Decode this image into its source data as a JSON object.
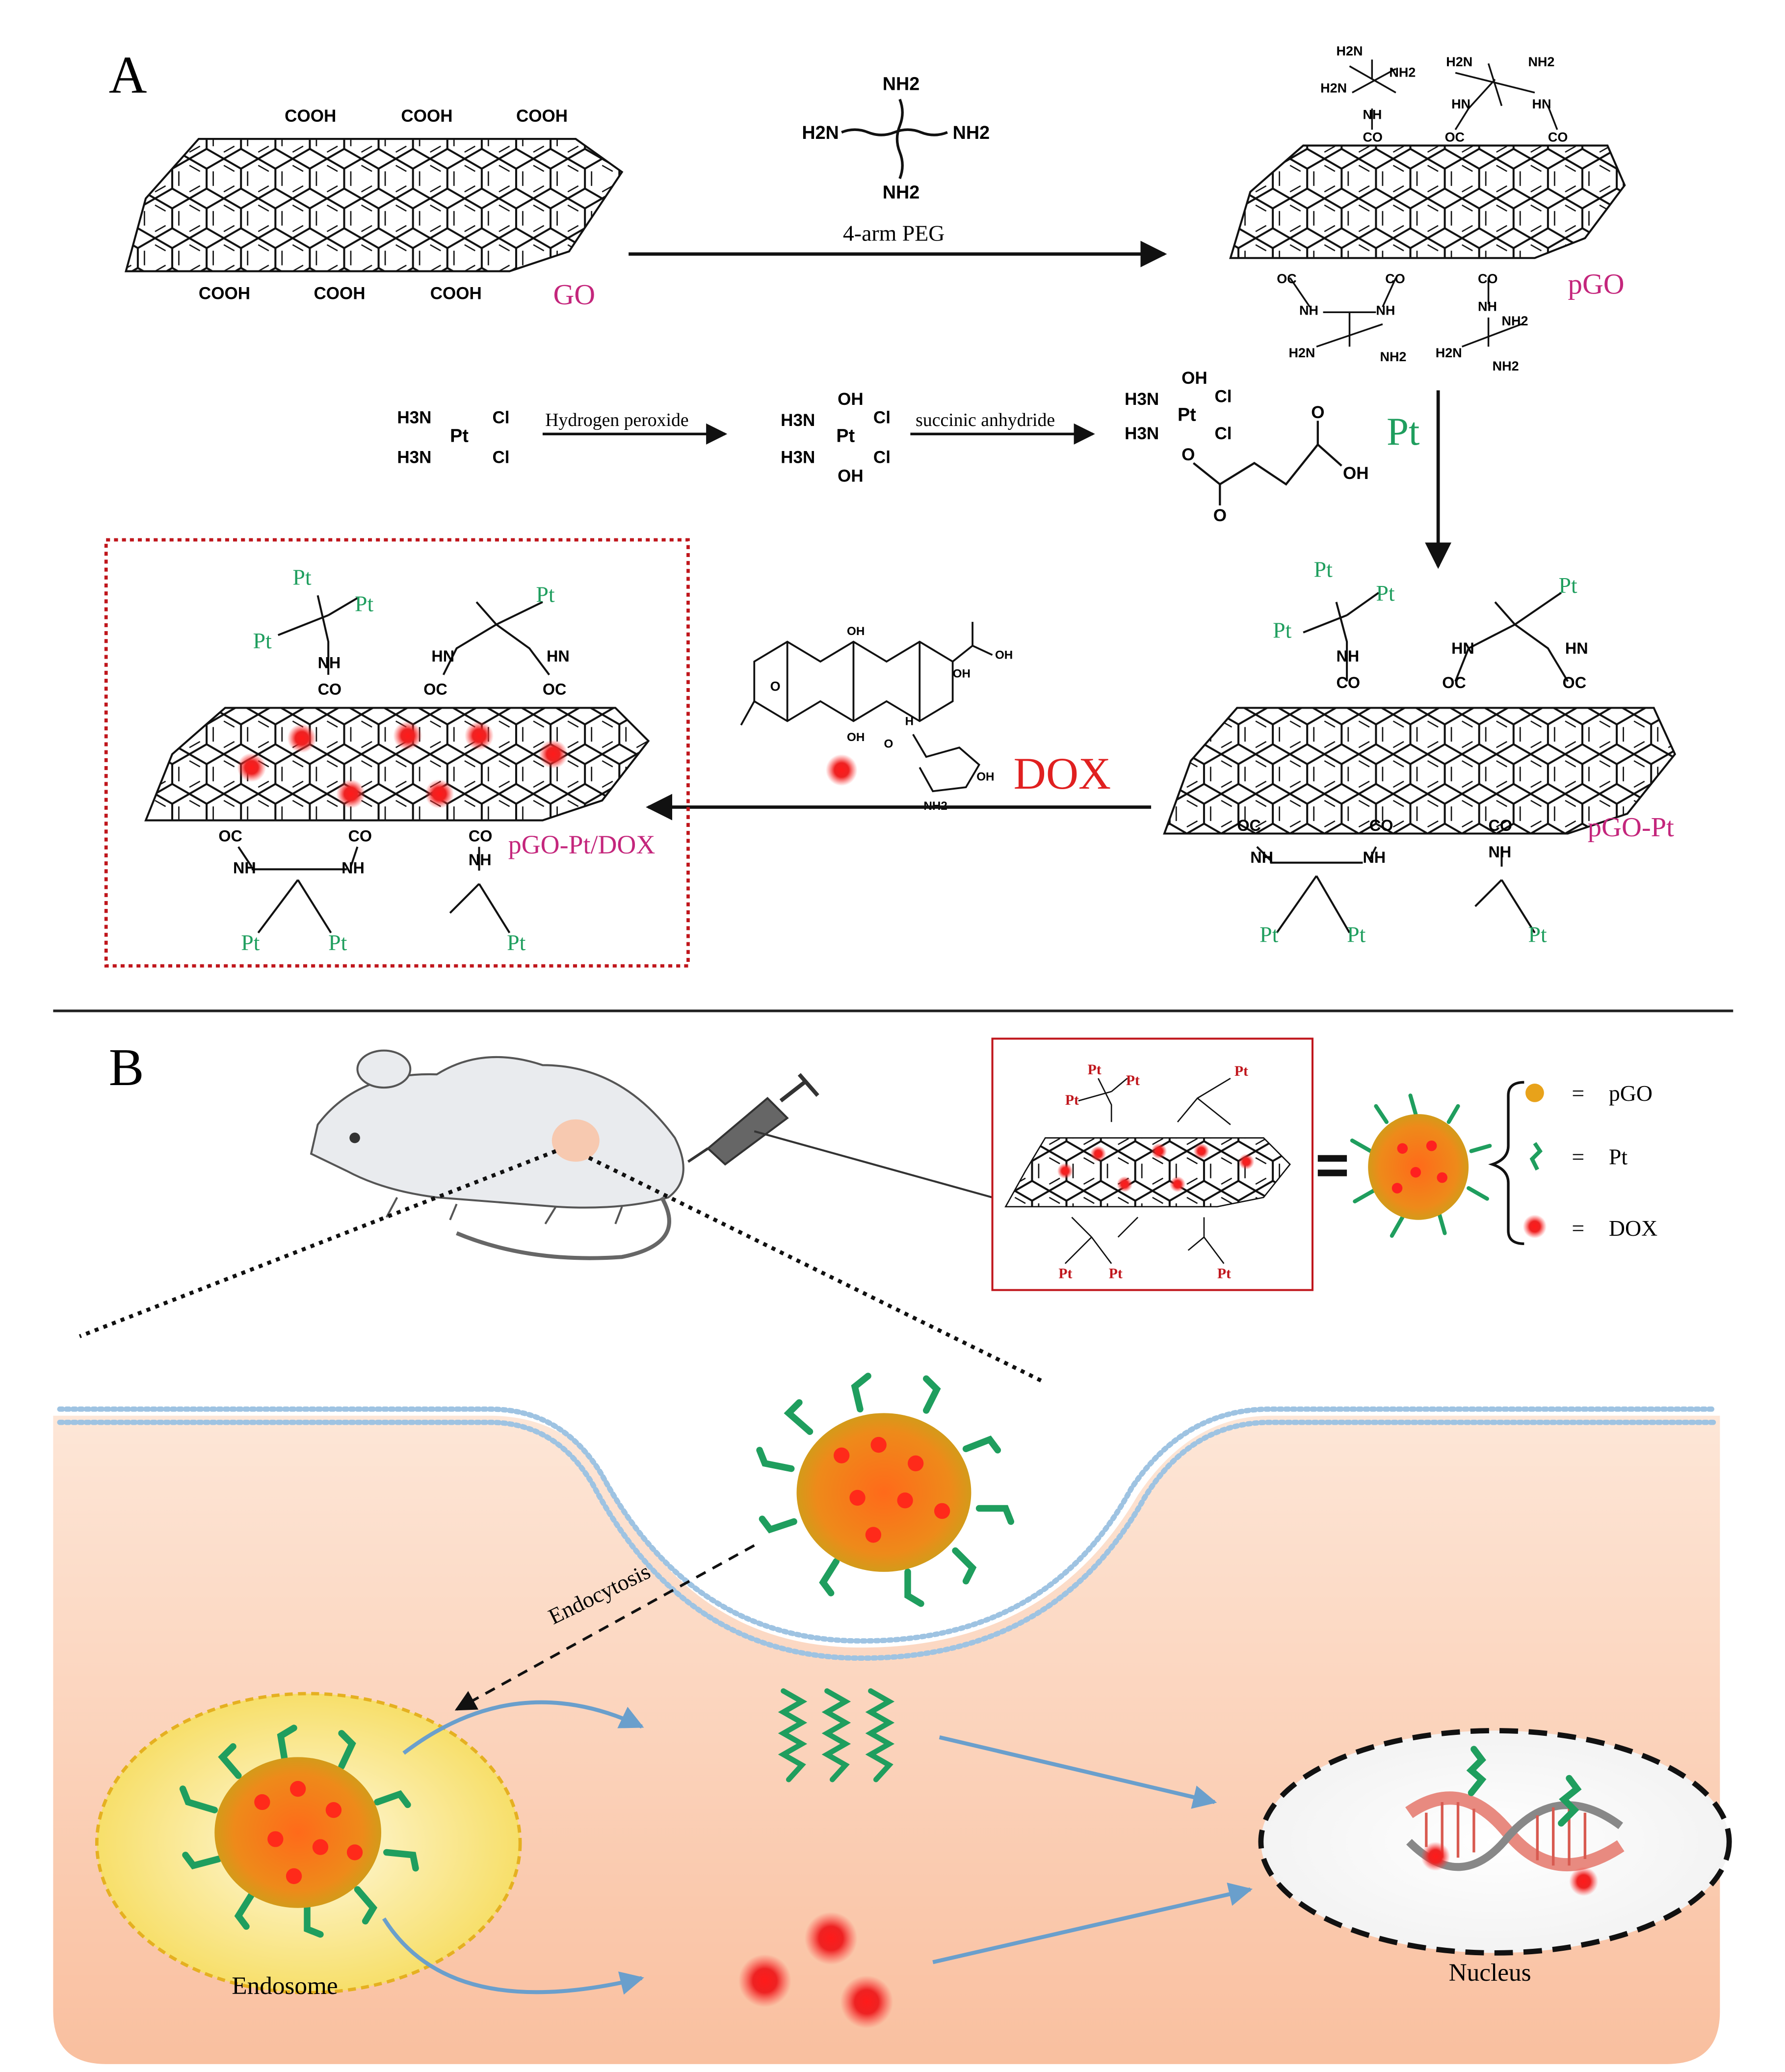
{
  "panel_a": {
    "letter": "A",
    "go_label": "GO",
    "cooh": "COOH",
    "peg_caption": "4-arm PEG",
    "nh2": "NH2",
    "h2n": "H2N",
    "pgo_label": "pGO",
    "hn": "HN",
    "nh": "NH",
    "oc": "OC",
    "co": "CO",
    "h3n": "H3N",
    "cl": "Cl",
    "oh": "OH",
    "o": "O",
    "pt_atom": "Pt",
    "hydrogen_peroxide": "Hydrogen peroxide",
    "succinic_anhydride": "succinic anhydride",
    "pt_prodrug_label": "Pt",
    "pgo_pt_label": "pGO-Pt",
    "dox_label": "DOX",
    "pgo_pt_dox_label": "pGO-Pt/DOX",
    "h": "H"
  },
  "panel_b": {
    "letter": "B",
    "legend": {
      "equals": "=",
      "pgo": "pGO",
      "pt": "Pt",
      "dox": "DOX"
    },
    "endocytosis": "Endocytosis",
    "endosome": "Endosome",
    "nucleus": "Nucleus"
  },
  "colors": {
    "magenta_label": "#c4267c",
    "green_pt": "#1f9e5e",
    "dox_red": "#e02020",
    "frame_red": "#c0161c",
    "cell_peach": "#f8c7a6",
    "membrane_blue": "#8fb8dc",
    "arrow_blue": "#6a9fcc",
    "endosome_yellow": "#f7e38a",
    "particle_orange": "#e8a21a"
  }
}
